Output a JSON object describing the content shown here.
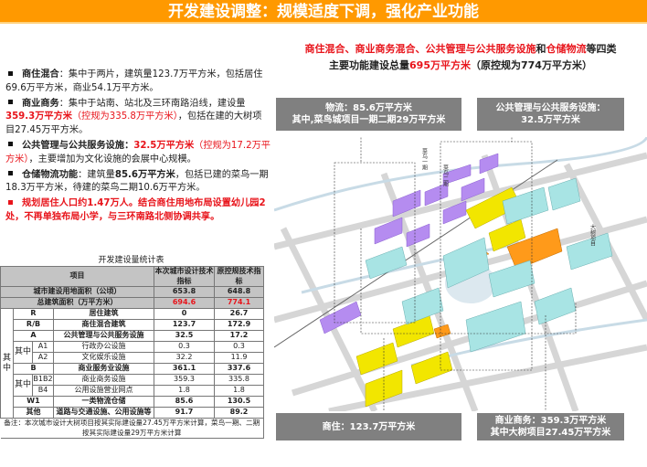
{
  "title": "开发建设调整：规模适度下调，强化产业功能",
  "bullets": [
    {
      "head": "商住混合",
      "parts": [
        {
          "t": "：集中于两片，建筑量123.7万平方米，包括居住69.6万平方米，商业54.1万平方米。",
          "s": ""
        }
      ]
    },
    {
      "head": "商业商务",
      "parts": [
        {
          "t": "：集中于站南、站北及三环南路沿线，建设量",
          "s": ""
        },
        {
          "t": "359.3万平方米",
          "s": "rb"
        },
        {
          "t": "（控规为335.8万平方米）",
          "s": "r"
        },
        {
          "t": "，包括在建的大树项目27.45万平方米。",
          "s": ""
        }
      ]
    },
    {
      "head": "公共管理与公共服务设施",
      "parts": [
        {
          "t": "：",
          "s": "b"
        },
        {
          "t": "32.5万平方米",
          "s": "rb"
        },
        {
          "t": "（控规为17.2万平方米）",
          "s": "r"
        },
        {
          "t": "，主要增加为文化设施的会展中心规模。",
          "s": ""
        }
      ]
    },
    {
      "head": "仓储物流功能",
      "parts": [
        {
          "t": "：建筑量",
          "s": ""
        },
        {
          "t": "85.6万平方米",
          "s": "b"
        },
        {
          "t": "，包括已建的菜鸟一期18.3万平方米，待建的菜鸟二期10.6万平方米。",
          "s": ""
        }
      ]
    },
    {
      "head": "规划居住人口约1.47万人。结合商住用地布局设置幼儿园2处，不再单独布局小学，与三环南路北侧协调共享。",
      "parts": [],
      "red": true
    }
  ],
  "table": {
    "title": "开发建设量统计表",
    "headers": [
      "项目",
      "本次城市设计技术指标",
      "原控规技术指标"
    ],
    "land_area": {
      "label": "城市建设用地面积（公顷）",
      "new": "653.8",
      "old": "648.8"
    },
    "floor_area": {
      "label": "总建筑面积（万平方米）",
      "new": "694.6",
      "old": "774.1"
    },
    "group_label": "其中",
    "sub_label": "其中",
    "rows": [
      {
        "code": "R",
        "name": "居住建筑",
        "new": "0",
        "old": "26.7"
      },
      {
        "code": "R/B",
        "name": "商住混合建筑",
        "new": "123.7",
        "old": "172.9"
      },
      {
        "code": "A",
        "name": "公共管理与公共服务设施",
        "new": "32.5",
        "old": "17.2"
      },
      {
        "code": "A1",
        "name": "行政办公设施",
        "new": "0.3",
        "old": "0.3"
      },
      {
        "code": "A2",
        "name": "文化娱乐设施",
        "new": "32.2",
        "old": "11.9"
      },
      {
        "code": "B",
        "name": "商业服务业设施",
        "new": "361.1",
        "old": "337.6"
      },
      {
        "code": "B1B2",
        "name": "商业商务设施",
        "new": "359.3",
        "old": "335.8"
      },
      {
        "code": "B4",
        "name": "公用设施营业网点",
        "new": "1.8",
        "old": "1.8"
      },
      {
        "code": "W1",
        "name": "一类物流仓储",
        "new": "85.6",
        "old": "130.5"
      },
      {
        "code": "其他",
        "name": "道路与交通设施、公用设施等",
        "new": "91.7",
        "old": "89.2"
      }
    ],
    "note": "备注：本次城市设计大树项目按其实际建设量27.45万平方米计算，菜鸟一期、二期按其实际建设量29万平方米计算"
  },
  "headline": {
    "l1a": "商住混合、商业商务混合、公共管理与公共服务设施",
    "l1b": "和",
    "l1c": "仓储物流",
    "l1d": "等四类",
    "l2a": "主要功能建设总量",
    "l2b": "695万平方米",
    "l2c": "（原控规为774万平方米）"
  },
  "callouts": {
    "logistics": [
      "物流：85.6万平方米",
      "其中,菜鸟城项目一期二期29万平方米"
    ],
    "public": [
      "公共管理与公共服务设施：",
      "32.5万平方米"
    ],
    "residential": [
      "商住：123.7万平方米"
    ],
    "commercial": [
      "商业商务：359.3万平方米",
      "其中大树项目27.45万平方米"
    ]
  },
  "map_labels": {
    "cainiao1": "菜鸟一期",
    "cainiao2": "菜鸟二期",
    "dashu": "大树项目"
  },
  "colors": {
    "title_bg": "#ff9900",
    "highlight": "#e8141b",
    "callout_bg": "#808080",
    "logistics": "#b58cf0",
    "residential": "#f2e600",
    "public": "#ff9a1a",
    "commercial": "#a8e4e4"
  }
}
